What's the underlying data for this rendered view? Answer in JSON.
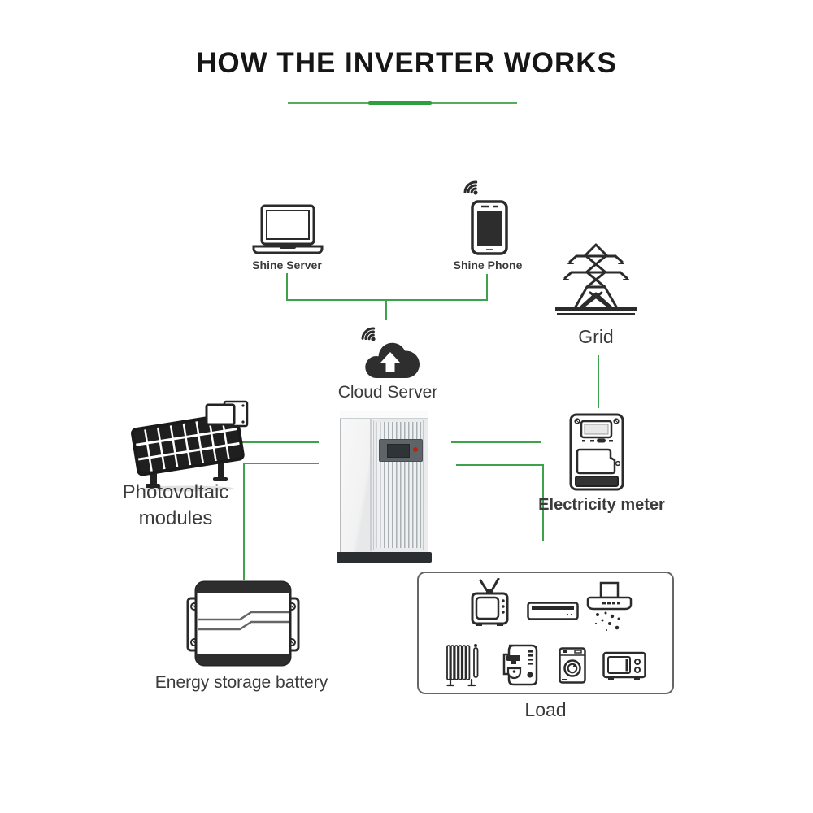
{
  "title": "HOW THE INVERTER WORKS",
  "colors": {
    "connector_green": "#3ca24b",
    "divider_thin": "#58ab5c",
    "divider_thick": "#2f9e43",
    "title_text": "#161616",
    "label_text": "#3b3b3b",
    "icon_stroke": "#2b2b2b"
  },
  "nodes": {
    "shine_server": {
      "label": "Shine Server",
      "icon": "laptop-icon"
    },
    "shine_phone": {
      "label": "Shine Phone",
      "icon": "smartphone-icon"
    },
    "grid": {
      "label": "Grid",
      "icon": "transmission-tower-icon"
    },
    "cloud_server": {
      "label": "Cloud Server",
      "icon": "cloud-upload-icon"
    },
    "inverter": {
      "icon": "inverter-cabinet-image"
    },
    "photovoltaic_modules": {
      "label_line1": "Photovoltaic",
      "label_line2": "modules",
      "icon": "solar-panel-icon"
    },
    "electricity_meter": {
      "label": "Electricity meter",
      "icon": "electricity-meter-icon"
    },
    "energy_storage_battery": {
      "label": "Energy storage battery",
      "icon": "battery-module-icon"
    },
    "load": {
      "label": "Load",
      "appliance_icons": [
        "tv-icon",
        "air-conditioner-icon",
        "range-hood-icon",
        "radiator-icon",
        "coffee-machine-icon",
        "washing-machine-icon",
        "microwave-icon"
      ]
    }
  }
}
